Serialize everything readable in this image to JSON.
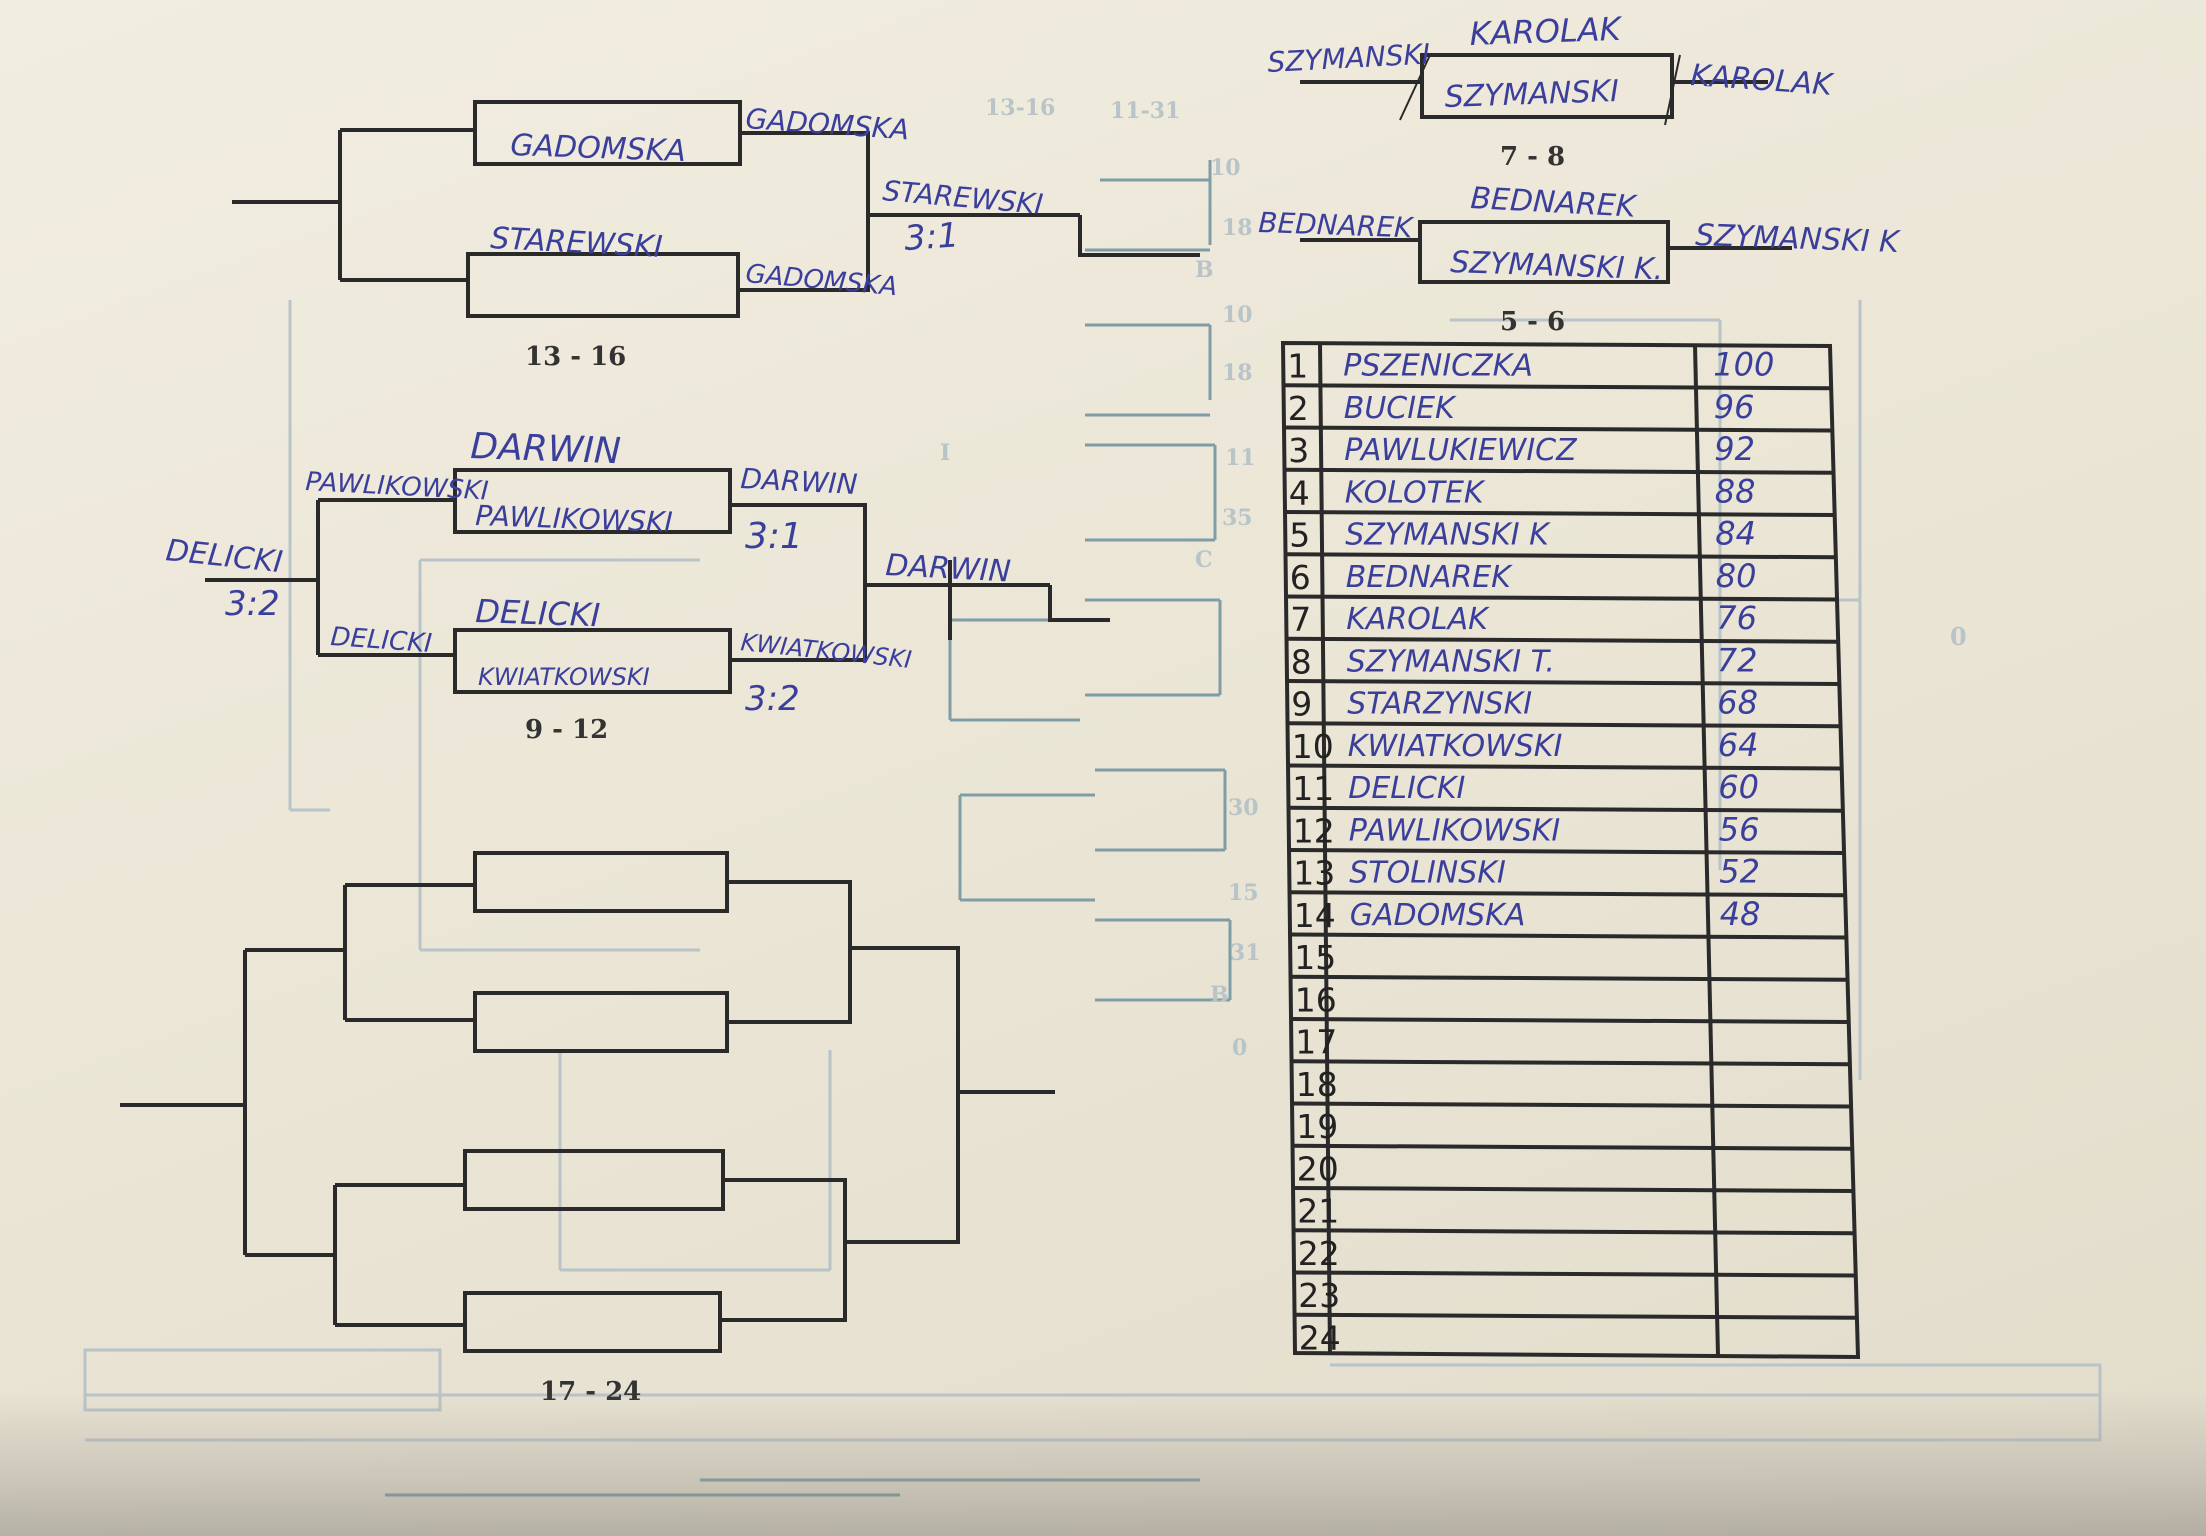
{
  "sections": {
    "b13_16": {
      "label": "13 - 16",
      "slot1_left": "",
      "slot1_box": "GADOMSKA",
      "slot2_left": "STAREWSKI",
      "slot2_box": "",
      "advance1": "GADOMSKA",
      "advance2": "GADOMSKA",
      "winner": "STAREWSKI",
      "score": "3:1"
    },
    "b9_12": {
      "label": "9 - 12",
      "slot1_left": "PAWLIKOWSKI",
      "slot1_above": "DARWIN",
      "slot1_box": "PAWLIKOWSKI",
      "slot2_left": "DELICKI",
      "slot2_above": "DELICKI",
      "slot2_box": "KWIATKOWSKI",
      "outer_left": "DELICKI",
      "outer_score": "3:2",
      "advance1": "DARWIN",
      "score1": "3:1",
      "advance2": "KWIATKOWSKI",
      "score2": "3:2",
      "winner": "DARWIN"
    },
    "b7_8": {
      "label": "7 - 8",
      "left": "SZYMANSKI",
      "above": "KAROLAK",
      "box": "SZYMANSKI",
      "right": "KAROLAK"
    },
    "b5_6": {
      "label": "5 - 6",
      "left": "BEDNAREK",
      "above": "BEDNAREK",
      "box": "SZYMANSKI K.",
      "right": "SZYMANSKI K"
    },
    "b17_24": {
      "label": "17 - 24"
    }
  },
  "faded": {
    "top1": "13-16",
    "top2": "11-31",
    "marks": [
      "10",
      "18",
      "B",
      "10",
      "18",
      "11",
      "35",
      "C",
      "I",
      "30",
      "15",
      "31",
      "B",
      "0",
      "0"
    ]
  },
  "ranking": {
    "rows": [
      {
        "rank": "1",
        "name": "PSZENICZKA",
        "points": "100"
      },
      {
        "rank": "2",
        "name": "BUCIEK",
        "points": "96"
      },
      {
        "rank": "3",
        "name": "PAWLUKIEWICZ",
        "points": "92"
      },
      {
        "rank": "4",
        "name": "KOLOTEK",
        "points": "88"
      },
      {
        "rank": "5",
        "name": "SZYMANSKI K",
        "points": "84"
      },
      {
        "rank": "6",
        "name": "BEDNAREK",
        "points": "80"
      },
      {
        "rank": "7",
        "name": "KAROLAK",
        "points": "76"
      },
      {
        "rank": "8",
        "name": "SZYMANSKI T.",
        "points": "72"
      },
      {
        "rank": "9",
        "name": "STARZYNSKI",
        "points": "68"
      },
      {
        "rank": "10",
        "name": "KWIATKOWSKI",
        "points": "64"
      },
      {
        "rank": "11",
        "name": "DELICKI",
        "points": "60"
      },
      {
        "rank": "12",
        "name": "PAWLIKOWSKI",
        "points": "56"
      },
      {
        "rank": "13",
        "name": "STOLINSKI",
        "points": "52"
      },
      {
        "rank": "14",
        "name": "GADOMSKA",
        "points": "48"
      },
      {
        "rank": "15",
        "name": "",
        "points": ""
      },
      {
        "rank": "16",
        "name": "",
        "points": ""
      },
      {
        "rank": "17",
        "name": "",
        "points": ""
      },
      {
        "rank": "18",
        "name": "",
        "points": ""
      },
      {
        "rank": "19",
        "name": "",
        "points": ""
      },
      {
        "rank": "20",
        "name": "",
        "points": ""
      },
      {
        "rank": "21",
        "name": "",
        "points": ""
      },
      {
        "rank": "22",
        "name": "",
        "points": ""
      },
      {
        "rank": "23",
        "name": "",
        "points": ""
      },
      {
        "rank": "24",
        "name": "",
        "points": ""
      }
    ]
  }
}
